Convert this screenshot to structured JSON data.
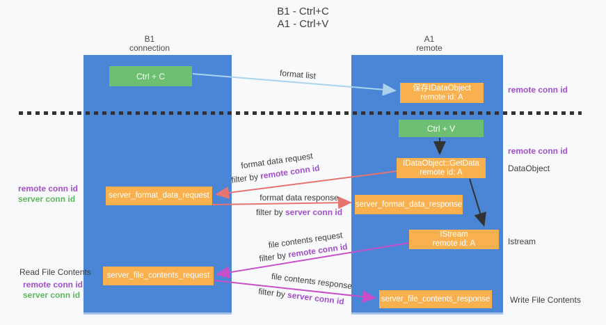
{
  "title": {
    "line1": "B1 - Ctrl+C",
    "line2": "A1 - Ctrl+V"
  },
  "lanes": {
    "left": {
      "name": "B1",
      "role": "connection"
    },
    "right": {
      "name": "A1",
      "role": "remote"
    }
  },
  "nodes": {
    "ctrl_c": {
      "label": "Ctrl + C"
    },
    "save_dataobject": {
      "line1": "保存IDataObject",
      "line2": "remote id: A"
    },
    "ctrl_v": {
      "label": "Ctrl + V"
    },
    "getdata": {
      "line1": "IDataObject::GetData",
      "line2": "remote id: A"
    },
    "format_request": {
      "label": "server_format_data_request"
    },
    "format_response": {
      "label": "server_format_data_response"
    },
    "istream": {
      "line1": "IStream",
      "line2": "remote id: A"
    },
    "file_request": {
      "label": "server_file_contents_request"
    },
    "file_response": {
      "label": "server_file_contents_response"
    }
  },
  "edges": {
    "format_list": "format list",
    "format_data_request": "format data request",
    "format_data_response": "format data response",
    "file_contents_request": "file contents request",
    "file_contents_response": "file contents response",
    "filter_by": "filter by ",
    "remote_conn_id": "remote conn id",
    "server_conn_id": "server conn id"
  },
  "side_labels": {
    "remote_conn_id": "remote conn id",
    "server_conn_id": "server conn id",
    "dataobject": "DataObject",
    "istream": "Istream",
    "read_file_contents": "Read File Contents",
    "write_file_contents": "Write File Contents"
  },
  "colors": {
    "lane_blue": "#4a85d6",
    "node_green": "#6fbf72",
    "node_orange": "#f9b04f",
    "arrow_lightblue": "#a9d3ee",
    "arrow_black": "#323232",
    "arrow_salmon": "#e77471",
    "arrow_magenta": "#c94fc9",
    "text_purple": "#a24fc8",
    "text_green": "#5cb85c",
    "text_dark": "#3d3d3d"
  }
}
